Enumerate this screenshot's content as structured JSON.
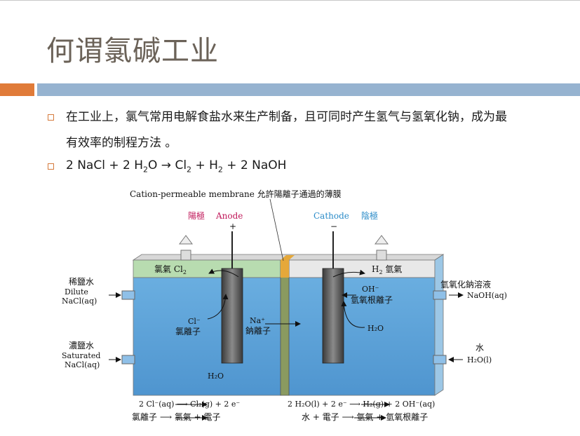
{
  "slide": {
    "title": "何谓氯碱工业",
    "bullets": [
      {
        "line1": "在工业上，氯气常用电解食盐水来生产制备，且可同时产生氢气与氢氧化钠，成为最",
        "line2": "有效率的制程方法 。"
      },
      {
        "eq_lead": "2 NaCl + 2 H",
        "eq_sub1": "2",
        "eq_mid1": "O → Cl",
        "eq_sub2": "2",
        "eq_mid2": " + H",
        "eq_sub3": "2",
        "eq_tail": " + 2 NaOH"
      }
    ]
  },
  "diagram": {
    "membrane_label": "Cation-permeable membrane 允許陽離子通過的薄膜",
    "anode_cn": "陽極",
    "anode_en": "Anode",
    "anode_sign": "+",
    "cathode_en": "Cathode",
    "cathode_cn": "陰極",
    "cathode_sign": "−",
    "cl2_gas": "氯氣 Cl",
    "cl2_sub": "2",
    "h2_gas_lead": "H",
    "h2_sub": "2",
    "h2_gas_cn": " 氫氣",
    "dilute_cn": "稀鹽水",
    "dilute_en1": "Dilute",
    "dilute_en2": "NaCl(aq)",
    "sat_cn": "濃鹽水",
    "sat_en1": "Saturated",
    "sat_en2": "NaCl(aq)",
    "naoh_cn": "氫氧化鈉溶液",
    "naoh_en": "NaOH(aq)",
    "water_cn": "水",
    "water_en": "H₂O(l)",
    "cl_ion": "Cl⁻",
    "cl_ion_cn": "氯離子",
    "na_ion": "Na⁺",
    "na_ion_cn": "鈉離子",
    "oh_ion": "OH⁻",
    "oh_ion_cn": "氫氧根離子",
    "h2o_right": "H₂O",
    "h2o_left": "H₂O",
    "anode_eq": "2 Cl⁻(aq)  ⟶  Cl₂(g) + 2 e⁻",
    "anode_eq_cn": "氯離子  ⟶  氯氣 + 電子",
    "cathode_eq": "2 H₂O(l) + 2 e⁻  ⟶  H₂(g) + 2 OH⁻(aq)",
    "cathode_eq_cn": "水 + 電子  ⟶  氫氣 + 氫氧根離子"
  },
  "colors": {
    "accent_orange": "#e07b39",
    "accent_blue": "#96b3d0",
    "title": "#6b6258"
  }
}
